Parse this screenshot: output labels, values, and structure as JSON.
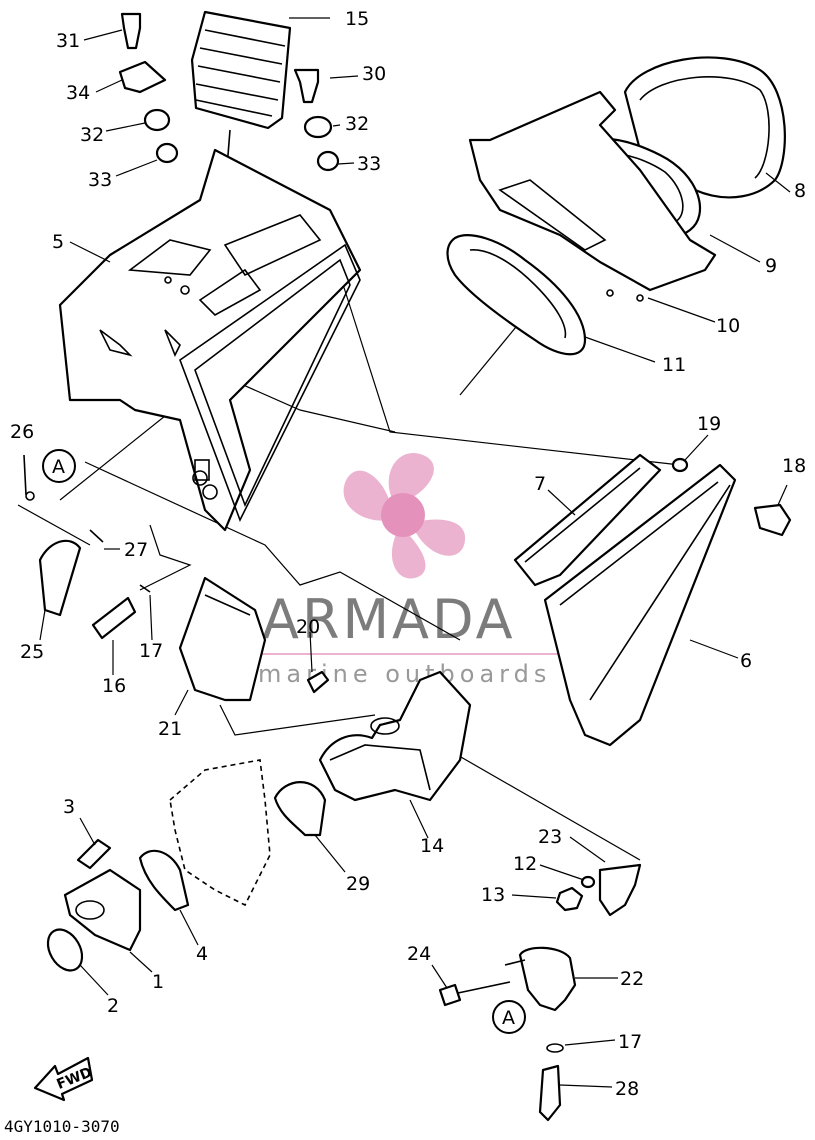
{
  "diagram": {
    "drawing_code": "4GY1010-3070",
    "fwd_label": "FWD",
    "reference_marker": "A",
    "callouts": [
      "1",
      "2",
      "3",
      "4",
      "5",
      "6",
      "7",
      "8",
      "9",
      "10",
      "11",
      "12",
      "13",
      "14",
      "15",
      "16",
      "17",
      "17",
      "18",
      "19",
      "20",
      "21",
      "22",
      "23",
      "24",
      "25",
      "26",
      "27",
      "28",
      "29",
      "30",
      "31",
      "32",
      "32",
      "33",
      "33",
      "34"
    ]
  },
  "watermark": {
    "brand": "ARMADA",
    "tagline": "marine outboards",
    "logo_color": "#e9a6c8",
    "logo_center_color": "#e07fb0"
  }
}
